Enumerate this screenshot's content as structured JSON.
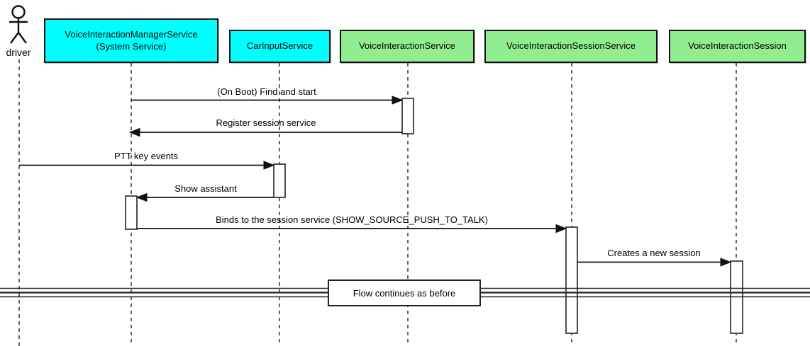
{
  "actor": {
    "label": "driver"
  },
  "participants": [
    {
      "name": "VoiceInteractionManagerService",
      "subtitle": "(System Service)",
      "fill": "#00FFFF"
    },
    {
      "name": "CarInputService",
      "fill": "#00FFFF"
    },
    {
      "name": "VoiceInteractionService",
      "fill": "#90EE90"
    },
    {
      "name": "VoiceInteractionSessionService",
      "fill": "#90EE90"
    },
    {
      "name": "VoiceInteractionSession",
      "fill": "#90EE90"
    }
  ],
  "messages": [
    {
      "label": "(On Boot) Find and start",
      "from": "VoiceInteractionManagerService",
      "to": "VoiceInteractionService"
    },
    {
      "label": "Register session service",
      "from": "VoiceInteractionService",
      "to": "VoiceInteractionManagerService"
    },
    {
      "label": "PTT key events",
      "from": "driver",
      "to": "CarInputService"
    },
    {
      "label": "Show assistant",
      "from": "CarInputService",
      "to": "VoiceInteractionManagerService"
    },
    {
      "label": "Binds to the session service (SHOW_SOURCE_PUSH_TO_TALK)",
      "from": "VoiceInteractionManagerService",
      "to": "VoiceInteractionSessionService"
    },
    {
      "label": "Creates a new session",
      "from": "VoiceInteractionSessionService",
      "to": "VoiceInteractionSession"
    }
  ],
  "divider": {
    "label": "Flow continues as before"
  },
  "colors": {
    "participant_cyan": "#00FFFF",
    "participant_green": "#90EE90",
    "line": "#111111",
    "background": "#FFFFFF"
  }
}
